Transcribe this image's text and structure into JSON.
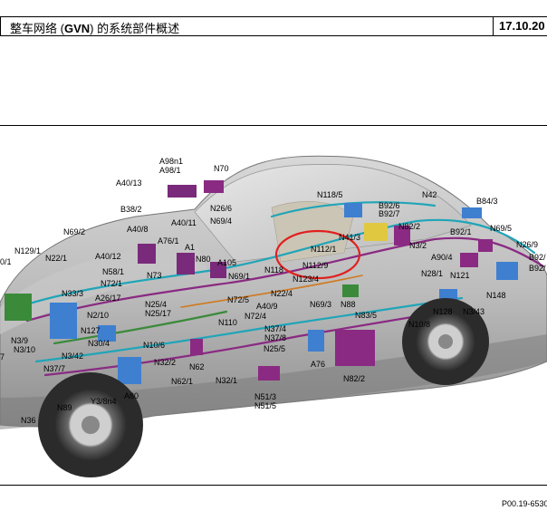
{
  "header": {
    "title_prefix": "整车网络 (",
    "title_code": "GVN",
    "title_suffix": ") 的系统部件概述",
    "date": "17.10.20"
  },
  "footer": {
    "code": "P00.19-6530"
  },
  "labels": {
    "A98n1": "A98n1",
    "A98_1": "A98/1",
    "N70": "N70",
    "A40_13": "A40/13",
    "N118_5": "N118/5",
    "N42": "N42",
    "B84_3": "B84/3",
    "B38_2": "B38/2",
    "N26_6": "N26/6",
    "A40_11": "A40/11",
    "N69_4": "N69/4",
    "B92_6": "B92/6",
    "B92_7": "B92/7",
    "N82_2_top": "N82/2",
    "B92_1": "B92/1",
    "N69_5": "N69/5",
    "N69_2": "N69/2",
    "A40_8": "A40/8",
    "A76_1": "A76/1",
    "N41_3": "N41/3",
    "N112_1": "N112/1",
    "N3_2": "N3/2",
    "N26_9": "N26/9",
    "N129_1": "N129/1",
    "N22_1": "N22/1",
    "A40_12": "A40/12",
    "A1": "A1",
    "N80": "N80",
    "A105": "A105",
    "N112_9": "N112/9",
    "A90_4": "A90/4",
    "B92_a": "B92/",
    "B92_b": "B92/",
    "N10_1": "0/1",
    "N58_1": "N58/1",
    "N69_1": "N69/1",
    "N118": "N118",
    "N123_4": "N123/4",
    "N28_1": "N28/1",
    "N121": "N121",
    "N72_1": "N72/1",
    "N73": "N73",
    "N33_3": "N33/3",
    "A26_17": "A26/17",
    "N72_5": "N72/5",
    "N22_4": "N22/4",
    "N148": "N148",
    "N25_4": "N25/4",
    "N25_17": "N25/17",
    "A40_9": "A40/9",
    "N69_3": "N69/3",
    "N88": "N88",
    "N2_10": "N2/10",
    "N72_4": "N72/4",
    "N83_5": "N83/5",
    "N128": "N128",
    "N3_43": "N3/43",
    "N110": "N110",
    "N10_8": "N10/8",
    "N127": "N127",
    "N37_4": "N37/4",
    "N3_9": "N3/9",
    "N30_4": "N30/4",
    "N37_8": "N37/8",
    "N3_10": "N3/10",
    "N10_6": "N10/6",
    "N3_42": "N3/42",
    "N25_5": "N25/5",
    "N32_2": "N32/2",
    "N62": "N62",
    "A76": "A76",
    "N37_7": "N37/7",
    "N62_1": "N62/1",
    "N32_1": "N32/1",
    "N82_2_bottom": "N82/2",
    "left_7": "7",
    "A80": "A80",
    "Y3_8n4": "Y3/8n4",
    "N51_3": "N51/3",
    "N51_5": "N51/5",
    "N89": "N89",
    "N36": "N36"
  },
  "colors": {
    "highlight_circle": "#e02020",
    "wire_teal": "#20a5b8",
    "wire_purple": "#8a2a82"
  }
}
